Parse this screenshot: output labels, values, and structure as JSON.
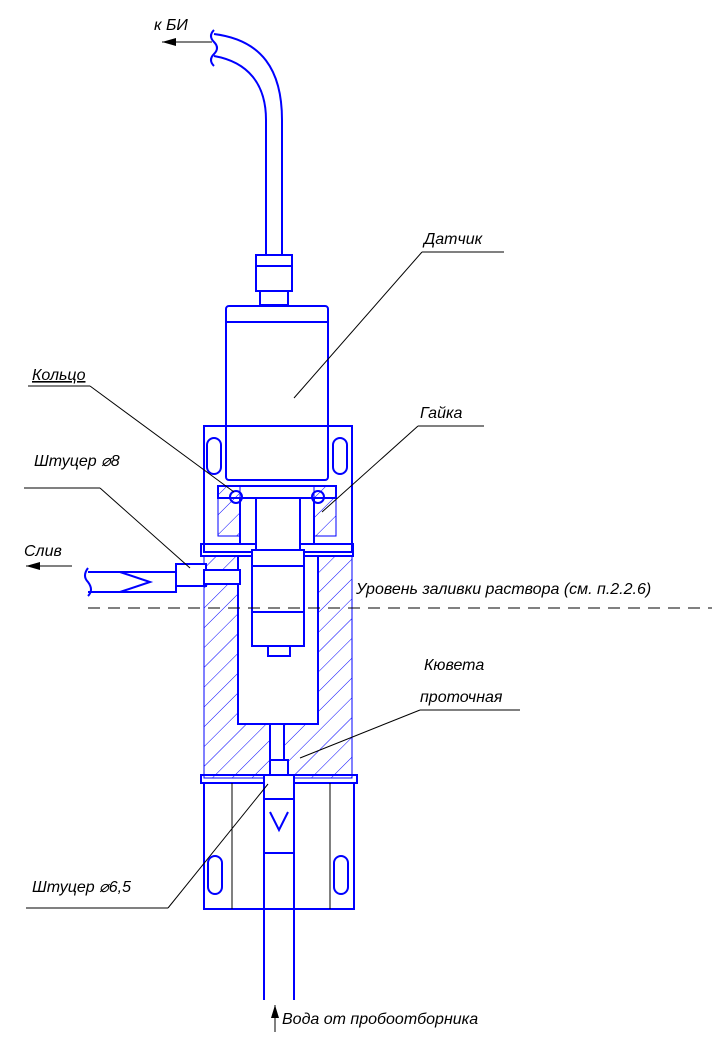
{
  "labels": {
    "to_bi": "к БИ",
    "sensor": "Датчик",
    "ring": "Кольцо",
    "nut": "Гайка",
    "fitting_8": "Штуцер ⌀8",
    "drain": "Слив",
    "fill_level": "Уровень заливки раствора (см. п.2.2.6)",
    "cuvette_line1": "Кювета",
    "cuvette_line2": "проточная",
    "fitting_6_5": "Штуцер ⌀6,5",
    "water_in": "Вода от пробоотборника"
  },
  "colors": {
    "drawing": "#0000ff",
    "leaders": "#000000",
    "background": "#ffffff"
  }
}
